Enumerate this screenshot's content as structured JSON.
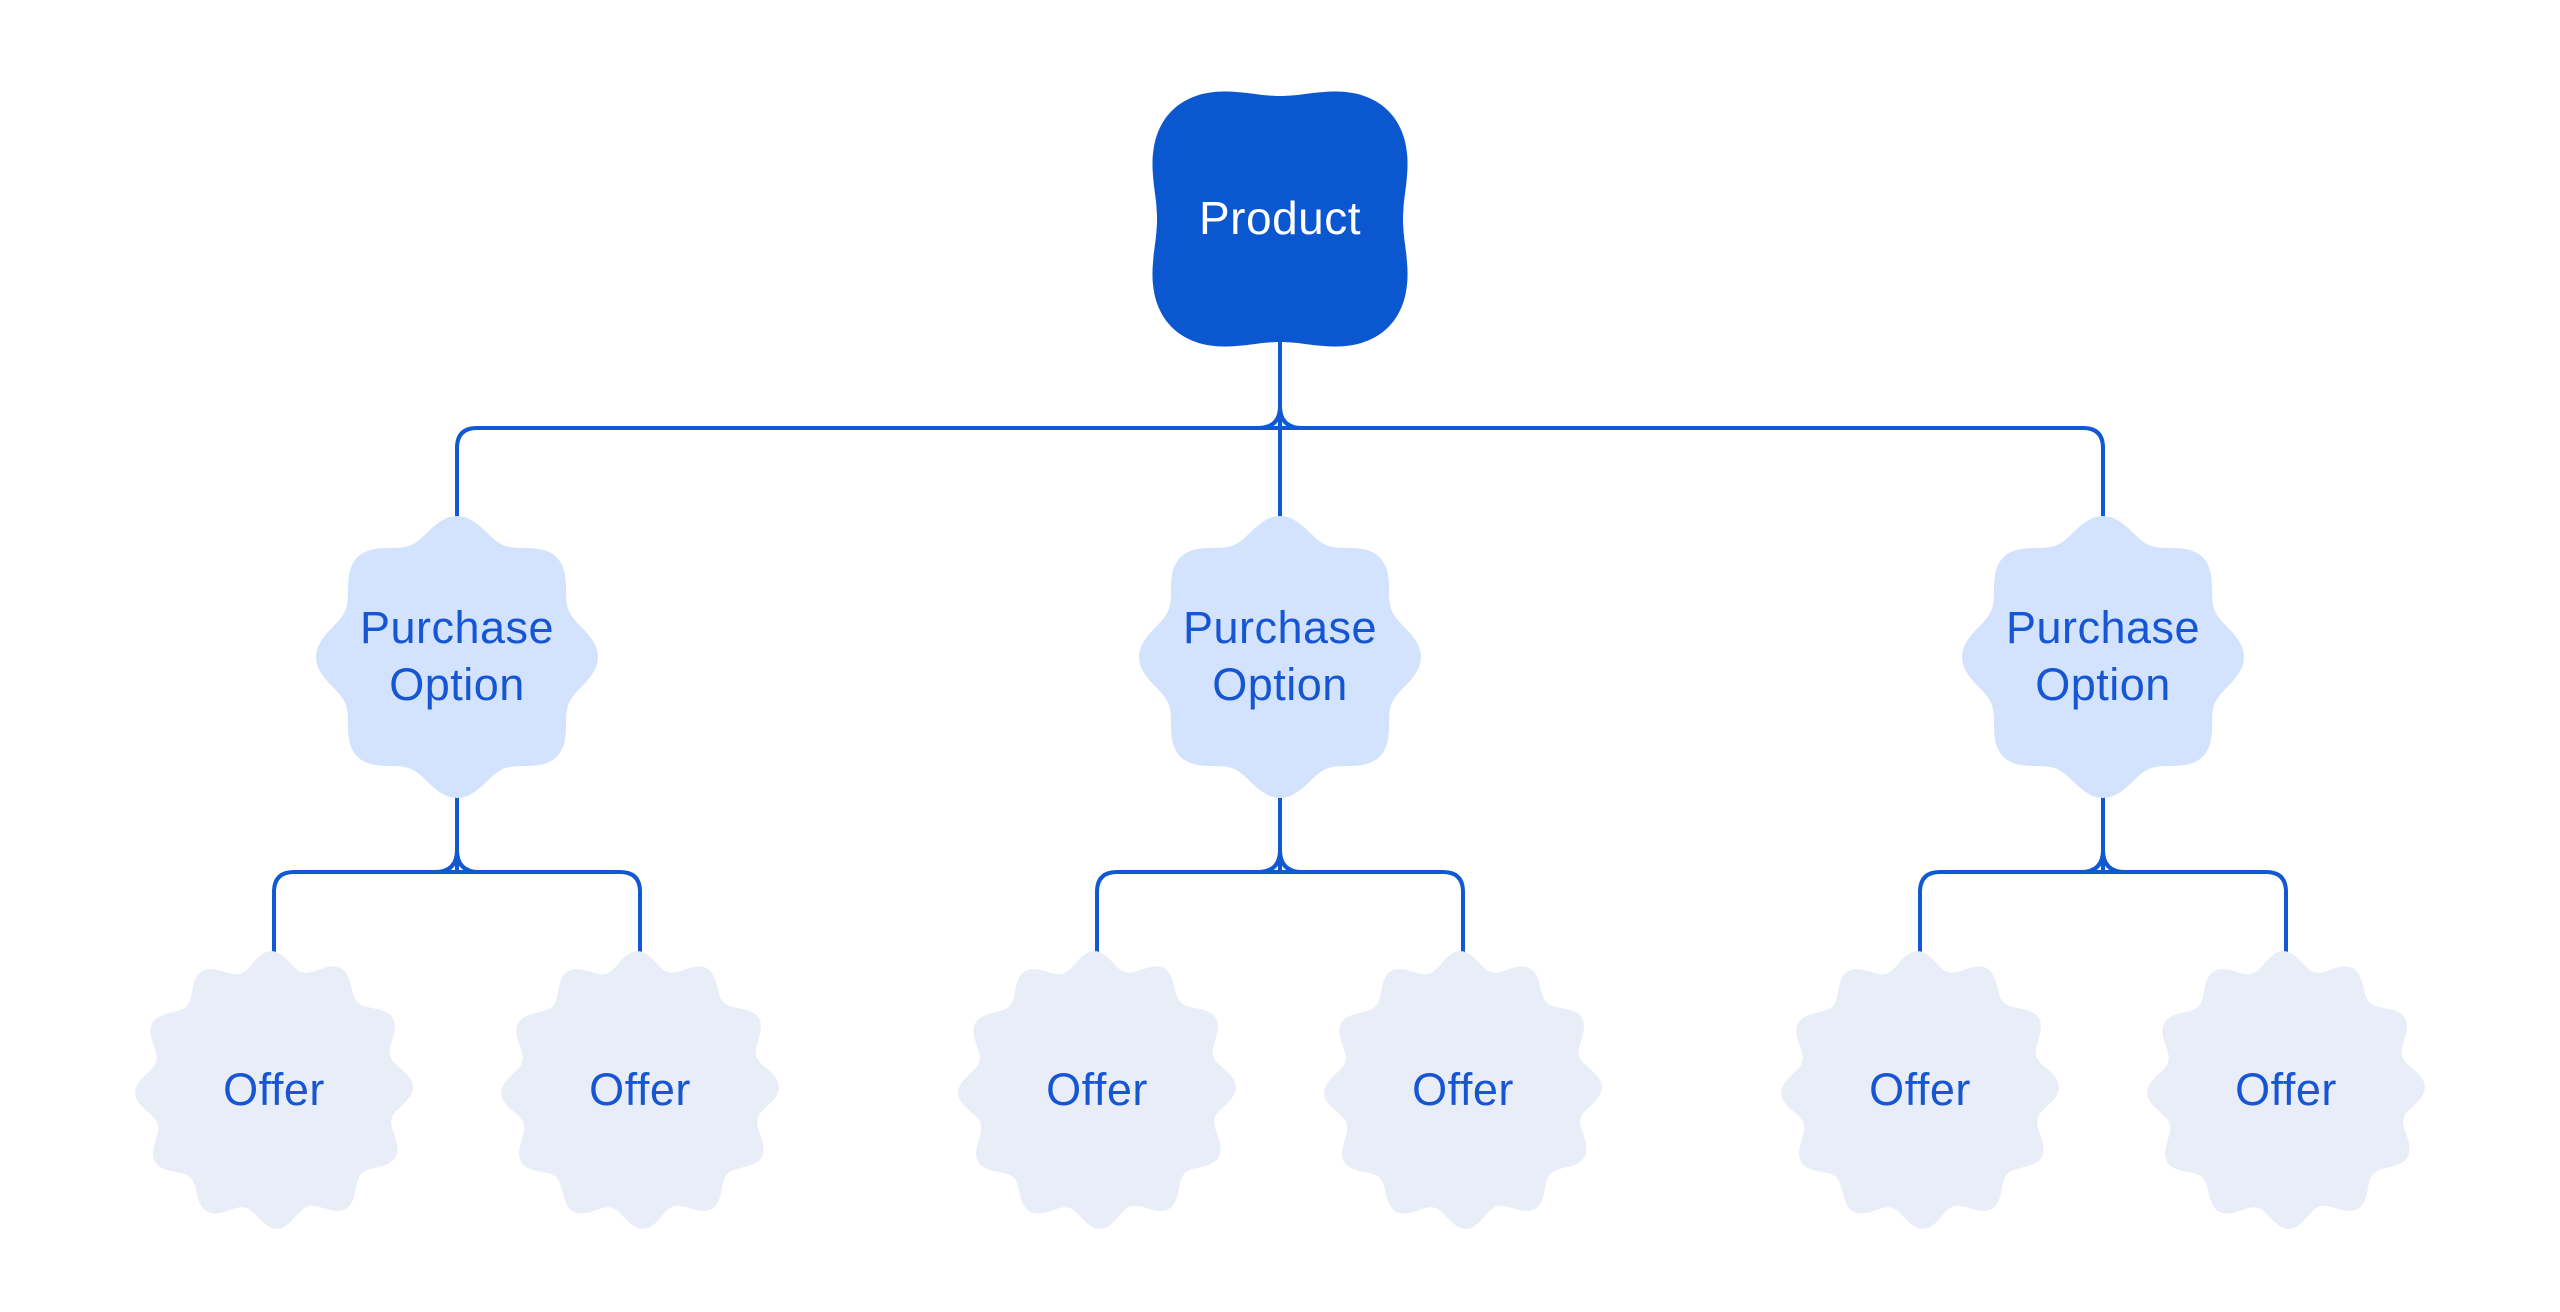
{
  "diagram": {
    "type": "tree",
    "levels": [
      "Product",
      "Purchase Option",
      "Offer"
    ],
    "hierarchy": {
      "root": "Product",
      "purchase_options_under_product": 3,
      "offers_per_purchase_option": 2
    }
  },
  "nodes": {
    "product": {
      "label": "Product"
    },
    "purchase_options": [
      {
        "label": "Purchase Option"
      },
      {
        "label": "Purchase Option"
      },
      {
        "label": "Purchase Option"
      }
    ],
    "offers": [
      {
        "label": "Offer"
      },
      {
        "label": "Offer"
      },
      {
        "label": "Offer"
      },
      {
        "label": "Offer"
      },
      {
        "label": "Offer"
      },
      {
        "label": "Offer"
      }
    ]
  },
  "colors": {
    "background": "#ffffff",
    "product_fill": "#0b57d0",
    "product_text": "#ffffff",
    "purchase_option_fill": "#d3e3fd",
    "offer_fill": "#e9edf7",
    "label_text": "#1656d3",
    "connector": "#1159d2"
  }
}
